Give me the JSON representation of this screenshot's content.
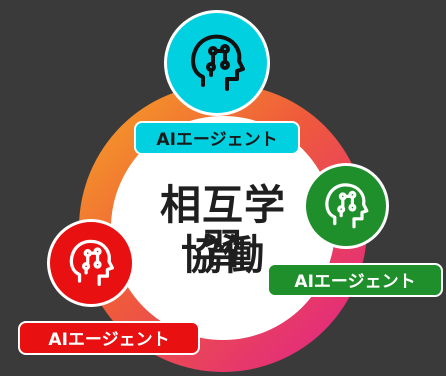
{
  "center": {
    "line1": "相互学習",
    "line2": "協働"
  },
  "agents": [
    {
      "label": "AIエージェント",
      "color": "#00d0e0",
      "label_text_color": "#1a1a1a",
      "icon": "ai-head-circuit-icon"
    },
    {
      "label": "AIエージェント",
      "color": "#1e8f2a",
      "label_text_color": "#ffffff",
      "icon": "ai-head-circuit-icon"
    },
    {
      "label": "AIエージェント",
      "color": "#e81010",
      "label_text_color": "#ffffff",
      "icon": "ai-head-circuit-icon"
    }
  ],
  "colors": {
    "background": "#3a3a3a",
    "ring_orange": "#f08a24",
    "ring_pink": "#e8357a",
    "inner_circle": "#ffffff"
  }
}
